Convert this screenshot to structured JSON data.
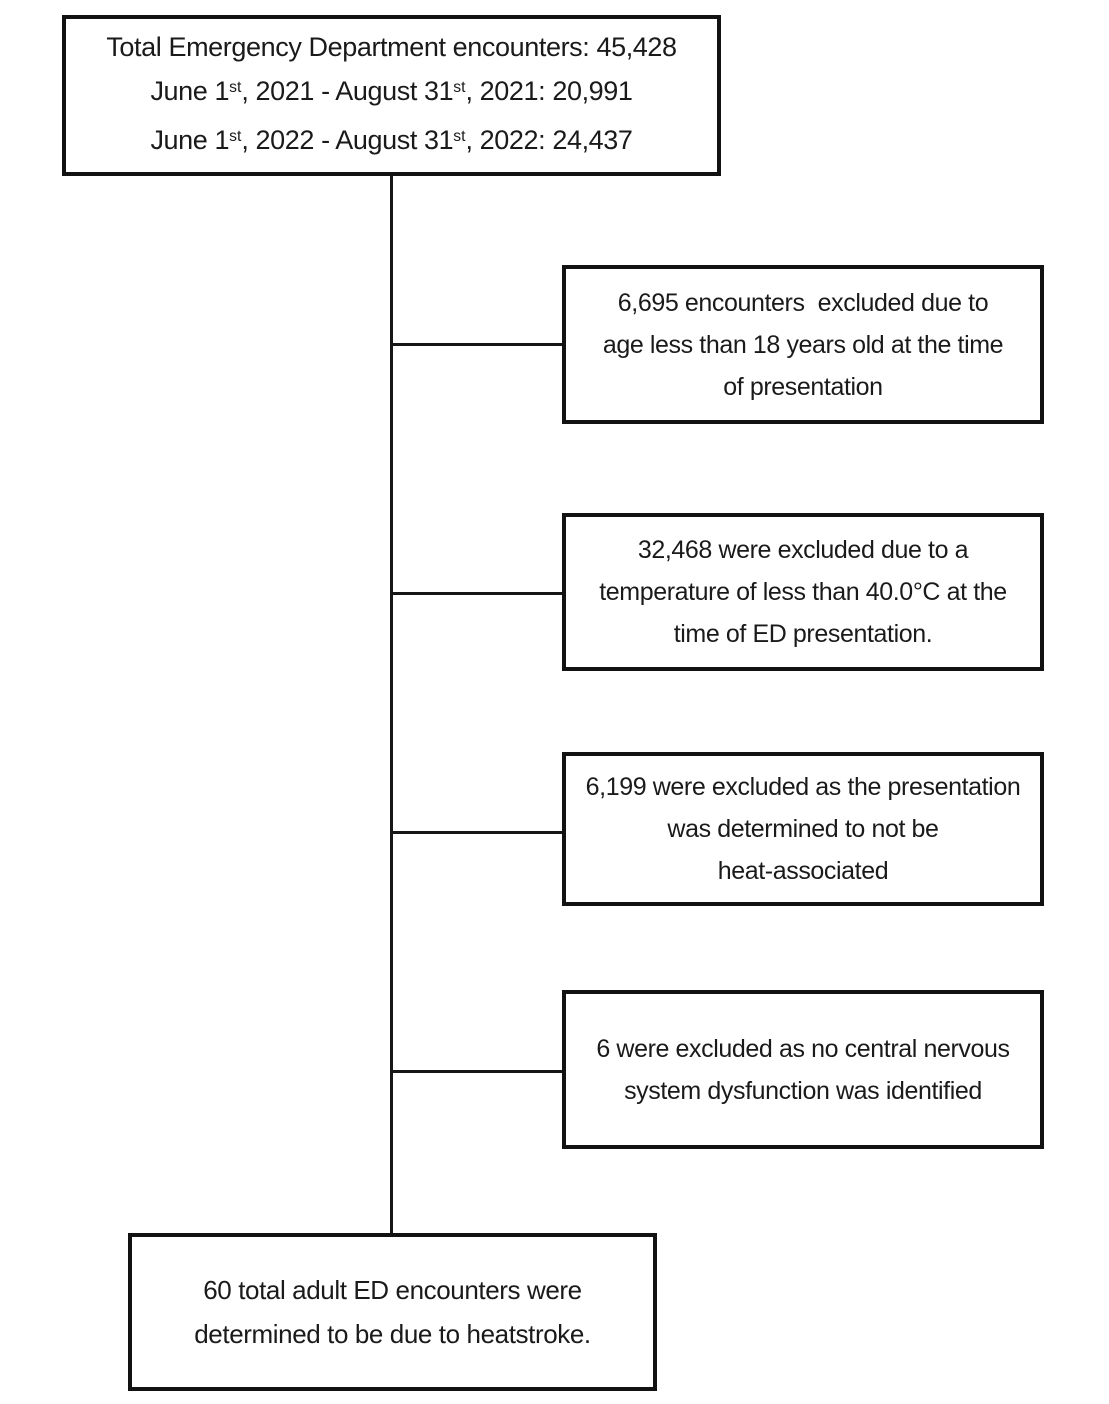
{
  "colors": {
    "background": "#ffffff",
    "box_border": "#121212",
    "text": "#1a1a1a"
  },
  "diagram": {
    "top_box": {
      "line1": "Total Emergency Department  encounters: 45,428",
      "line2": {
        "t1": "June 1",
        "sup1": "st",
        "t2": ", 2021 - August 31",
        "sup2": "st",
        "t3": ", 2021: 20,991"
      },
      "line3": {
        "t1": "June 1",
        "sup1": "st",
        "t2": ", 2022 - August 31",
        "sup2": "st",
        "t3": ", 2022: 24,437"
      }
    },
    "exclusions": [
      {
        "text": "6,695 encounters  excluded due to\nage less than 18 years old at the time\nof presentation"
      },
      {
        "text": "32,468 were excluded due to a\ntemperature of less than 40.0°C at the\ntime of ED presentation."
      },
      {
        "text": "6,199 were excluded as the presentation\nwas determined to not be\nheat-associated"
      },
      {
        "text": "6 were excluded as no central nervous\nsystem dysfunction was identified"
      }
    ],
    "final_box": {
      "text": "60 total adult ED encounters were\ndetermined to be due to heatstroke."
    }
  }
}
